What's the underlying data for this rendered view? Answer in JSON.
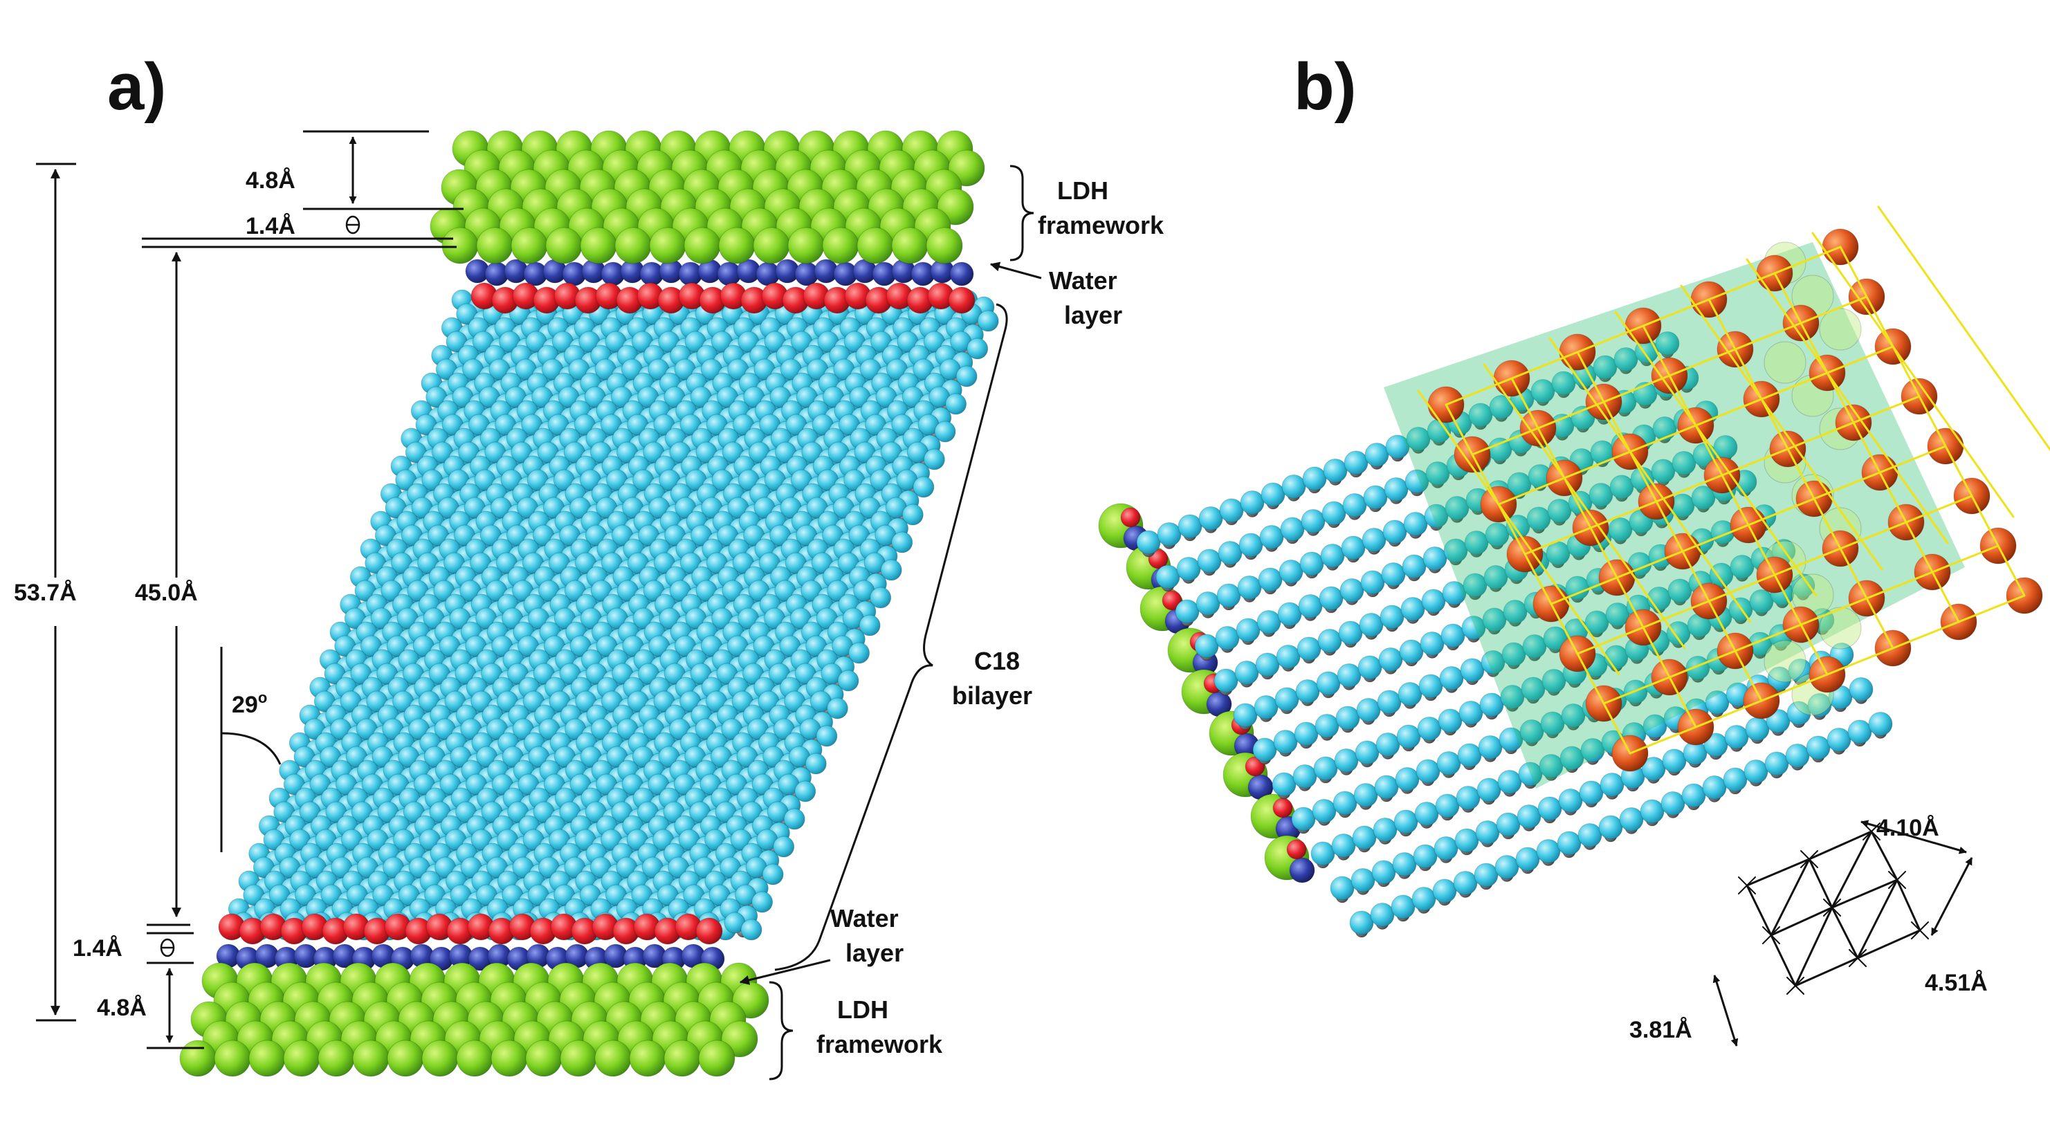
{
  "panels": [
    {
      "label": "a)"
    },
    {
      "label": "b)"
    }
  ],
  "dimensions_a": {
    "total": "53.7Å",
    "bilayer": "45.0Å",
    "top_framework": "4.8Å",
    "top_water": "1.4Å",
    "bottom_water": "1.4Å",
    "bottom_framework": "4.8Å",
    "tilt_angle": "29",
    "tilt_degree_mark": "o"
  },
  "annotations_a": {
    "ldh_top_line1": "LDH",
    "ldh_top_line2": "framework",
    "water_top_line1": "Water",
    "water_top_line2": "layer",
    "c18_line1": "C18",
    "c18_line2": "bilayer",
    "water_bottom_line1": "Water",
    "water_bottom_line2": "layer",
    "ldh_bottom_line1": "LDH",
    "ldh_bottom_line2": "framework"
  },
  "lattice_b": {
    "a": "4.10Å",
    "b": "4.51Å",
    "c": "3.81Å"
  },
  "colors": {
    "ldh_framework": "#7ed321",
    "water_red": "#e8202a",
    "water_blue": "#2f3ea8",
    "alkyl_chain": "#3ec8e6",
    "backbone": "#7a7a7a",
    "headgroup": "#e2571e",
    "grid_lines": "#f0e21a"
  }
}
